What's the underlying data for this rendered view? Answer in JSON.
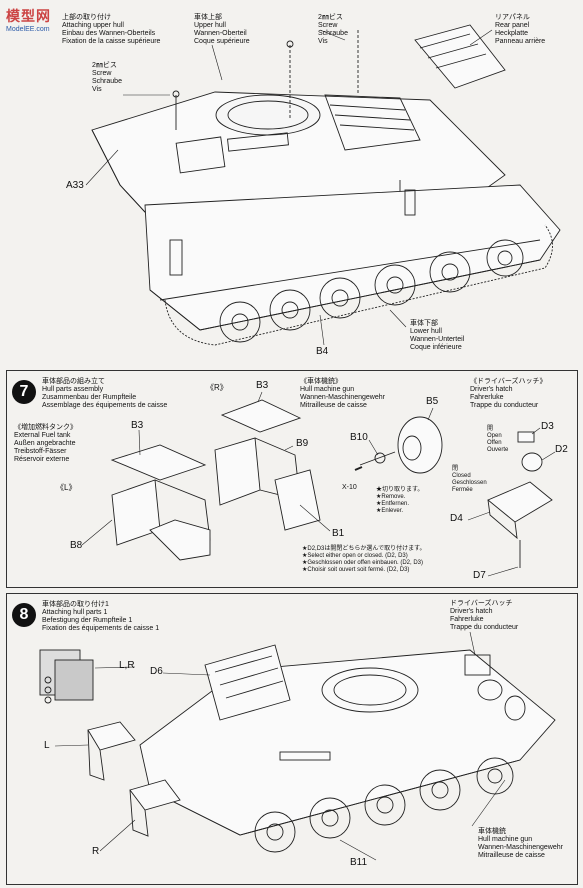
{
  "watermark": {
    "brand": "模型网",
    "sub": "ModelEE.com"
  },
  "step6": {
    "upper_hull": {
      "ja": "上部の取り付け",
      "en": "Attaching upper hull",
      "de": "Einbau des Wannen-Oberteils",
      "fr": "Fixation de la caisse supérieure"
    },
    "screw_left": {
      "ja": "2㎜ビス",
      "en": "Screw",
      "de": "Schraube",
      "fr": "Vis"
    },
    "upper_hull_part": {
      "ja": "車体上部",
      "en": "Upper hull",
      "de": "Wannen-Oberteil",
      "fr": "Coque supérieure"
    },
    "screw_right": {
      "ja": "2㎜ビス",
      "en": "Screw",
      "de": "Schraube",
      "fr": "Vis"
    },
    "rear_panel": {
      "ja": "リアパネル",
      "en": "Rear panel",
      "de": "Heckplatte",
      "fr": "Panneau arrière"
    },
    "lower_hull": {
      "ja": "車体下部",
      "en": "Lower hull",
      "de": "Wannen-Unterteil",
      "fr": "Coque inférieure"
    },
    "parts": {
      "a33": "A33",
      "b4": "B4"
    }
  },
  "step7": {
    "number": "7",
    "title": {
      "ja": "車体部品の組み立て",
      "en": "Hull parts assembly",
      "de": "Zusammenbau der Rumpfteile",
      "fr": "Assemblage des équipements de caisse"
    },
    "fuel_tank": {
      "ja": "《増加燃料タンク》",
      "en": "External Fuel tank",
      "de": "Außen angebrachte",
      "de2": "Treibstoff-Fässer",
      "fr": "Réservoir externe"
    },
    "L": "《L》",
    "R": "《R》",
    "machine_gun": {
      "ja": "《車体機銃》",
      "en": "Hull machine gun",
      "de": "Wannen-Maschinengewehr",
      "fr": "Mitrailleuse de caisse"
    },
    "drivers_hatch": {
      "ja": "《ドライバーズハッチ》",
      "en": "Driver's hatch",
      "de": "Fahrerluke",
      "fr": "Trappe du conducteur"
    },
    "open": {
      "ja": "開",
      "en": "Open",
      "de": "Offen",
      "fr": "Ouverte"
    },
    "closed": {
      "ja": "閉",
      "en": "Closed",
      "de": "Geschlossen",
      "fr": "Fermée"
    },
    "remove": {
      "ja": "★切り取ります。",
      "en": "★Remove.",
      "de": "★Entfernen.",
      "fr": "★Enlever."
    },
    "note": {
      "ja": "★D2,D3は開閉どちらか選んで取り付けます。",
      "en": "★Select either open or closed. (D2, D3)",
      "de": "★Geschlossen oder offen einbauen. (D2, D3)",
      "fr": "★Choisir soit ouvert soit fermé. (D2, D3)"
    },
    "parts": {
      "b3a": "B3",
      "b3b": "B3",
      "b9": "B9",
      "b8": "B8",
      "b1": "B1",
      "b5": "B5",
      "b10": "B10",
      "x10": "X-10",
      "d3": "D3",
      "d2": "D2",
      "d4": "D4",
      "d7": "D7"
    }
  },
  "step8": {
    "number": "8",
    "title": {
      "ja": "車体部品の取り付け1",
      "en": "Attaching hull parts 1",
      "de": "Befestigung der Rumpfteile 1",
      "fr": "Fixation des équipements de caisse 1"
    },
    "drivers_hatch": {
      "ja": "ドライバーズハッチ",
      "en": "Driver's hatch",
      "de": "Fahrerluke",
      "fr": "Trappe du conducteur"
    },
    "machine_gun": {
      "ja": "車体機銃",
      "en": "Hull machine gun",
      "de": "Wannen-Maschinengewehr",
      "fr": "Mitrailleuse de caisse"
    },
    "parts": {
      "lr": "L,R",
      "d6": "D6",
      "l": "L",
      "r": "R",
      "b11": "B11"
    }
  }
}
